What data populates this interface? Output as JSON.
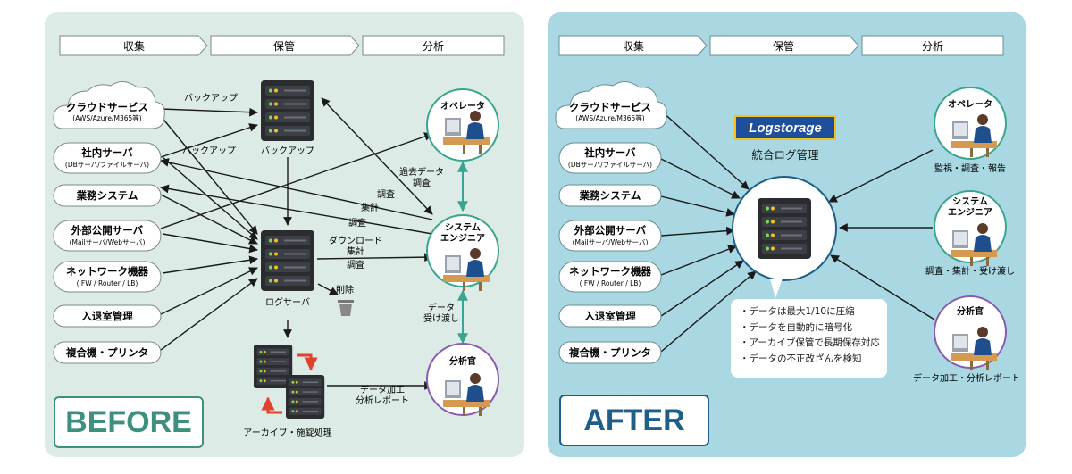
{
  "stages": [
    "収集",
    "保管",
    "分析"
  ],
  "sources": [
    {
      "title": "クラウドサービス",
      "sub": "(AWS/Azure/M365等)"
    },
    {
      "title": "社内サーバ",
      "sub": "(DBサーバ/ファイルサーバ)"
    },
    {
      "title": "業務システム",
      "sub": ""
    },
    {
      "title": "外部公開サーバ",
      "sub": "(Mailサーバ/Webサーバ)"
    },
    {
      "title": "ネットワーク機器",
      "sub": "( FW / Router / LB)"
    },
    {
      "title": "入退室管理",
      "sub": ""
    },
    {
      "title": "複合機・プリンタ",
      "sub": ""
    }
  ],
  "before": {
    "label": "BEFORE",
    "backup_server": "バックアップ",
    "log_server": "ログサーバ",
    "delete": "削除",
    "archive": "アーカイブ・施錠処理",
    "operator": "オペレータ",
    "engineer": [
      "システム",
      "エンジニア"
    ],
    "analyst": "分析官",
    "edge_labels": {
      "backup1": "バックアップ",
      "backup2": "バックアップ",
      "past_data": [
        "過去データ",
        "調査"
      ],
      "investigate1": "調査",
      "aggregate": "集計",
      "investigate2": "調査",
      "download": [
        "ダウンロード",
        "集計"
      ],
      "investigate3": "調査",
      "handover": [
        "データ",
        "受け渡し"
      ],
      "processing": [
        "データ加工",
        "分析レポート"
      ]
    }
  },
  "after": {
    "label": "AFTER",
    "logo": "Logstorage",
    "logo_caption": "統合ログ管理",
    "features": [
      "・データは最大1/10に圧縮",
      "・データを自動的に暗号化",
      "・アーカイブ保管で長期保存対応",
      "・データの不正改ざんを検知"
    ],
    "operator": "オペレータ",
    "operator_caption": "監視・調査・報告",
    "engineer": [
      "システム",
      "エンジニア"
    ],
    "engineer_caption": "調査・集計・受け渡し",
    "analyst": "分析官",
    "analyst_caption": "データ加工・分析レポート"
  },
  "colors": {
    "before_bg": "#dcebe5",
    "after_bg": "#a9d8e2",
    "before_accent": "#3f8f7e",
    "after_accent": "#1e5f8a",
    "operator_ring": "#3aa58f",
    "analyst_ring": "#8a5bb0",
    "archive_arrow": "#e2412d",
    "server_dark": "#2a2c30"
  }
}
